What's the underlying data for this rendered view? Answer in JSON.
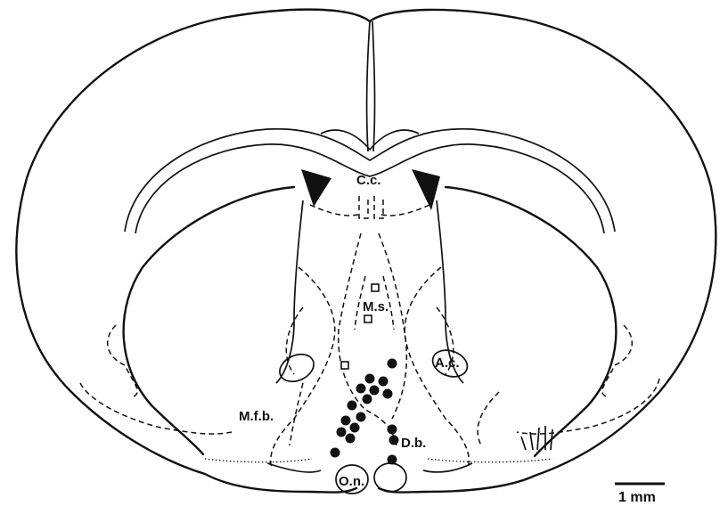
{
  "labels": {
    "cc": "C.c.",
    "ms": "M.s.",
    "ac": "A.c.",
    "mfb": "M.f.b.",
    "db": "D.b.",
    "on": "O.n."
  },
  "scale_bar": {
    "label": "1 mm"
  },
  "markers": {
    "filled_count": 17,
    "open_count": 3
  }
}
